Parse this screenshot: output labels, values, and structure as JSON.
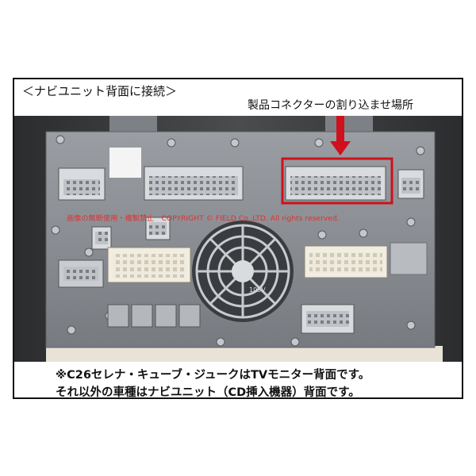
{
  "title": "＜ナビユニット背面に接続＞",
  "pointer_label": "製品コネクターの割り込ませ場所",
  "copyright": "画像の無断使用・複製禁止　COPYRIGHT © FIELD Co.,LTD. All rights reserved.",
  "device_label": "105V",
  "caption_line1": "※C26セレナ・キューブ・ジュークはTVモニター背面です。",
  "caption_line2": "それ以外の車種はナビユニット（CD挿入機器）背面です。",
  "colors": {
    "highlight": "#d0101c",
    "copyright": "#e03030",
    "chassis": "#8c9095"
  }
}
